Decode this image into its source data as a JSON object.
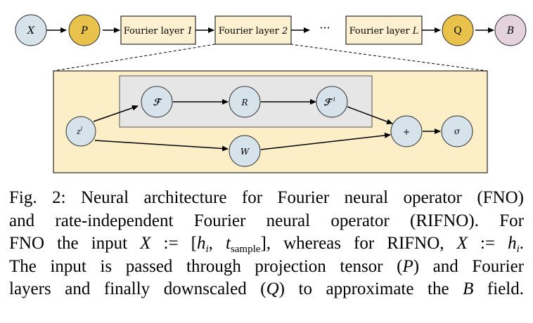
{
  "top_row": {
    "x_label": "X",
    "p_label": "P",
    "fourier1_text": "Fourier layer",
    "fourier1_index": "1",
    "fourier2_text": "Fourier layer",
    "fourier2_index": "2",
    "ellipsis": "···",
    "fourierL_text": "Fourier layer",
    "fourierL_index": "L",
    "q_label": "Q",
    "b_label": "B"
  },
  "detail": {
    "z_label": "z",
    "z_sup": "l",
    "fft_label": "ℱ",
    "r_label": "R",
    "ifft_label": "ℱ",
    "ifft_sup": "-1",
    "w_label": "W",
    "plus_label": "+",
    "sigma_label": "σ"
  },
  "colors": {
    "blue_node": "#d6e3ea",
    "yellow_node": "#e8c24b",
    "pink_node": "#e4d2dc",
    "layer_box": "#fbf0cf",
    "detail_bg": "#fcefc8",
    "inner_box": "#e6e6e6"
  },
  "caption": {
    "line1": "Fig. 2: Neural architecture for Fourier neural operator (FNO)",
    "line2": "and rate-independent Fourier neural operator (RIFNO). For",
    "line3_a": "FNO the input",
    "line3_math1": "X",
    "line3_math2": ":= [",
    "line3_h": "h",
    "line3_hsub": "i",
    "line3_comma": ",",
    "line3_t": "t",
    "line3_tsub": "sample",
    "line3_close": "]",
    "line3_b": ", whereas for RIFNO,",
    "line3_math3": "X",
    "line3_math4": ":=",
    "line3_h2": "h",
    "line3_h2sub": "i",
    "line3_end": ".",
    "line4_a": "The input is passed through projection tensor (",
    "line4_p": "P",
    "line4_b": ") and Fourier",
    "line5_a": "layers and finally downscaled (",
    "line5_q": "Q",
    "line5_b": ") to approximate the",
    "line5_bfield": "B",
    "line5_c": "field."
  }
}
